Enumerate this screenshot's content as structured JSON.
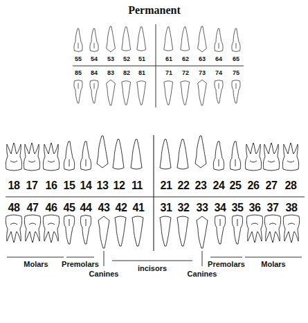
{
  "diagram": {
    "title": "Permanent",
    "labels": [
      "55",
      "54",
      "53",
      "52",
      "51",
      "61",
      "62",
      "63",
      "64",
      "65",
      "85",
      "84",
      "83",
      "82",
      "81",
      "71",
      "72",
      "73",
      "74",
      "75",
      "18",
      "17",
      "16",
      "15",
      "14",
      "13",
      "12",
      "11",
      "21",
      "22",
      "23",
      "24",
      "25",
      "26",
      "27",
      "28",
      "48",
      "47",
      "46",
      "45",
      "44",
      "43",
      "42",
      "41",
      "31",
      "32",
      "33",
      "34",
      "35",
      "36",
      "37",
      "38",
      "Molars",
      "Premolars",
      "Canines",
      "incisors",
      "Canines",
      "Premolars",
      "Molars"
    ]
  }
}
